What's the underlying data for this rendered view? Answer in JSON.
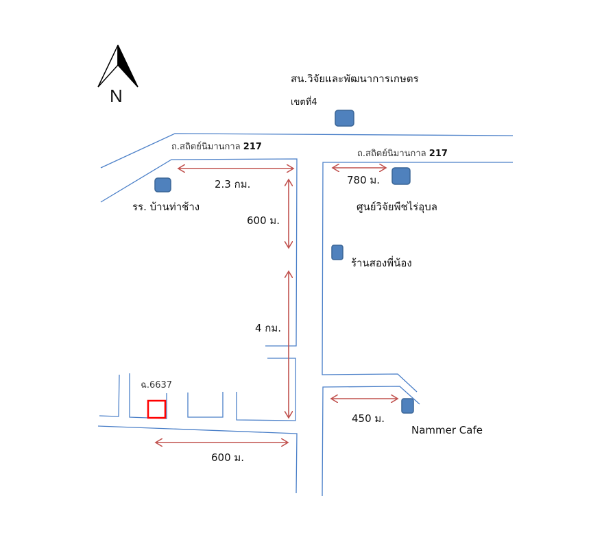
{
  "compass": {
    "label": "N"
  },
  "roads": {
    "main_name": "ถ.สถิตย์นิมานกาล",
    "main_number": "217"
  },
  "places": {
    "research_center": "สน.วิจัยและพัฒนาการเกษตร",
    "research_center_zone": "เขตที่4",
    "school": "รร. บ้านท่าช้าง",
    "field_crops_center": "ศูนย์วิจัยพืชไร่อุบล",
    "shop": "ร้านสองพี่น้อง",
    "cafe": "Nammer Cafe",
    "plot": "ฉ.6637"
  },
  "distances": {
    "school_to_junction": "2.3 กม.",
    "junction_north": "600 ม.",
    "road_south": "4 กม.",
    "junction_to_center": "780 ม.",
    "junction_to_cafe": "450 ม.",
    "plot_to_road": "600 ม."
  },
  "colors": {
    "road": "#4a7fc8",
    "arrow": "#c0504d",
    "marker": "#4f81bd",
    "plot": "#ff0000"
  }
}
